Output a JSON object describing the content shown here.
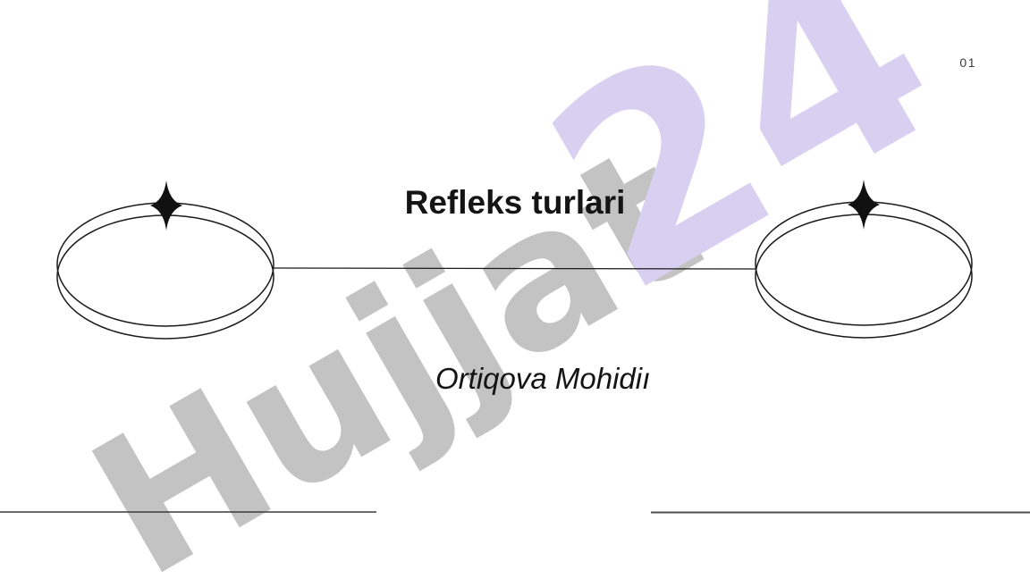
{
  "slide": {
    "page_number": "01",
    "title": "Refleks turlari",
    "subtitle": "Ortiqova Mohidiı"
  },
  "watermark": {
    "word": "Hujjat",
    "number": "24",
    "word_color": "#c3c3c3",
    "number_color": "#d8d0f0"
  },
  "colors": {
    "background": "#ffffff",
    "text": "#141414",
    "shape_stroke": "#1a1a1a",
    "sparkle_fill": "#111111",
    "divider_left": "#3a3a3a",
    "divider_right": "#4f4f4f",
    "page_number": "#3d3d3d"
  },
  "icons": {
    "left_sparkle": "sparkle-icon",
    "right_sparkle": "sparkle-icon"
  }
}
